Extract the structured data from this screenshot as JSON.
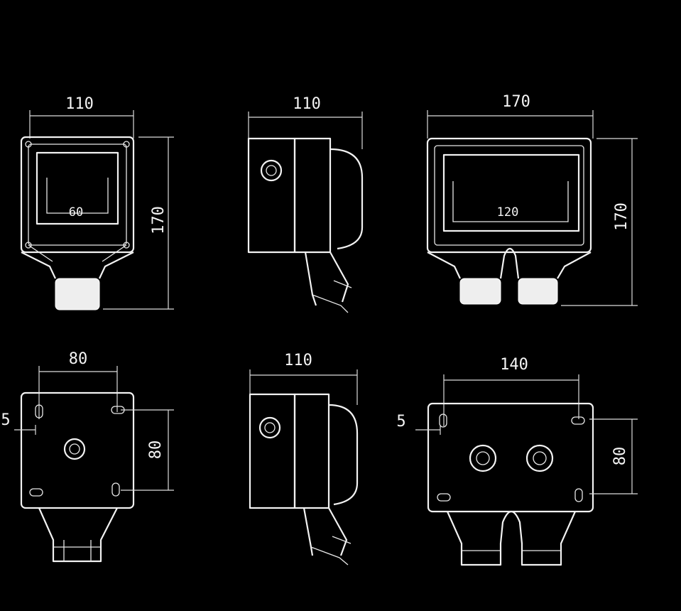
{
  "title": "Weatherproof socket enclosure dimension drawing",
  "colors": {
    "background": "#000000",
    "line": "#f2f2f2"
  },
  "views": {
    "single_front": {
      "width": "110",
      "height": "170",
      "inner": "60"
    },
    "single_side_top": {
      "width": "110"
    },
    "double_front": {
      "width": "170",
      "height": "170",
      "inner": "120"
    },
    "single_back": {
      "hole_spacing": "80",
      "offset": "5",
      "vertical_spacing": "80"
    },
    "single_side_bottom": {
      "width": "110"
    },
    "double_back": {
      "hole_spacing": "140",
      "offset": "5",
      "vertical_spacing": "80"
    }
  }
}
